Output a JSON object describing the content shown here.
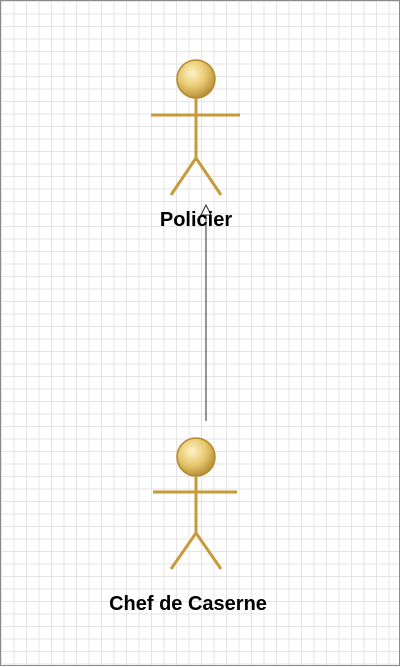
{
  "diagram": {
    "actors": [
      {
        "label": "Policier"
      },
      {
        "label": "Chef de Caserne"
      }
    ],
    "relationship": {
      "type": "generalization",
      "from": "Chef de Caserne",
      "to": "Policier"
    },
    "colors": {
      "actor_head_fill": "#e8c971",
      "actor_head_stroke": "#b58a2c",
      "actor_body_stroke": "#c79a3a",
      "connector": "#2b2b2b",
      "grid": "#e4e4e4",
      "canvas_border": "#8a8a8a"
    }
  }
}
